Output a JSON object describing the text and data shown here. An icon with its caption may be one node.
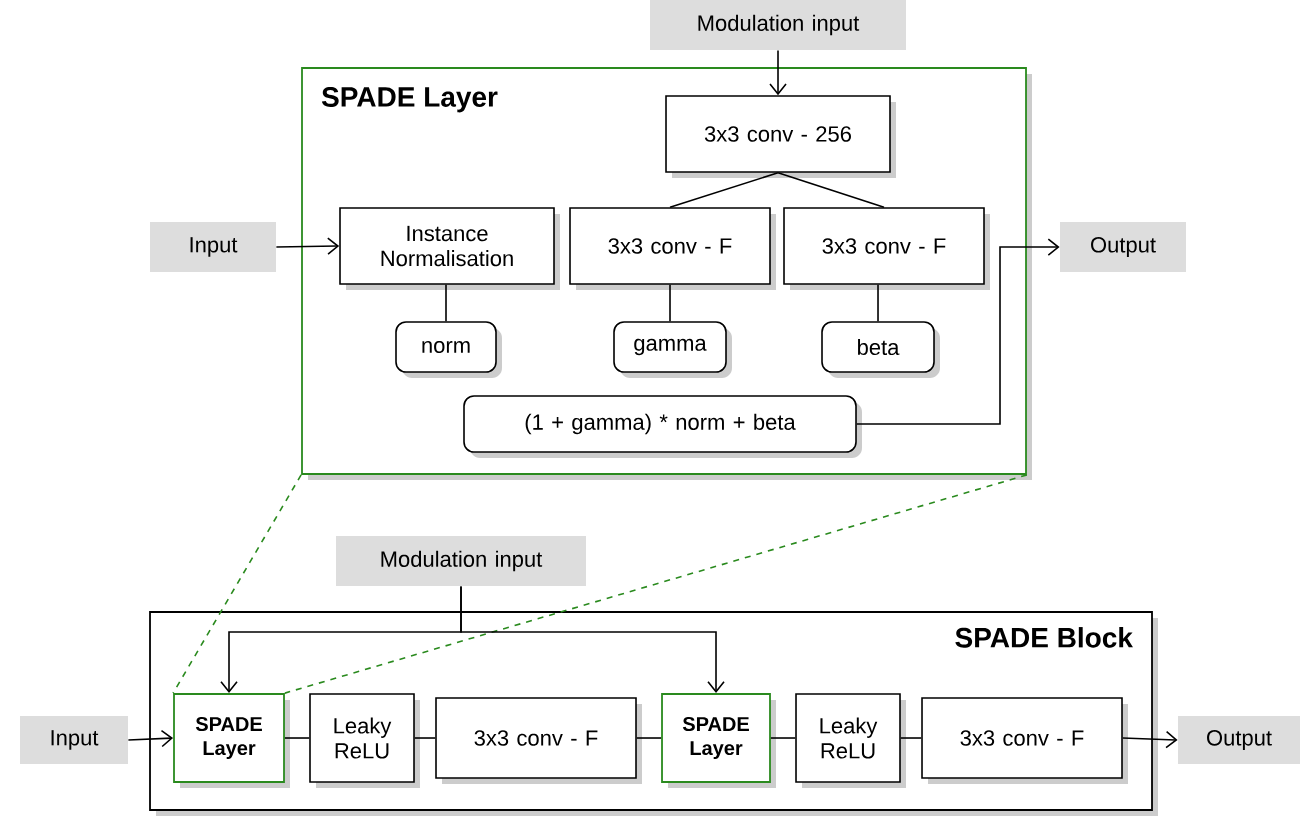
{
  "diagram": {
    "nodes": [
      {
        "text": [
          "Modulation input"
        ]
      },
      {
        "text": [
          "SPADE Layer"
        ]
      },
      {
        "text": [
          "3x3 conv - 256"
        ],
        "in": 1
      },
      {
        "text": [
          "Input"
        ]
      },
      {
        "text": [
          "Instance Normalisation"
        ],
        "in": 1
      },
      {
        "text": [
          "3x3 conv - F"
        ],
        "in": 1
      },
      {
        "text": [
          "3x3 conv - F"
        ],
        "in": 1
      },
      {
        "text": [
          "Output"
        ]
      },
      {
        "text": [
          "norm"
        ],
        "in": 1
      },
      {
        "text": [
          "gamma"
        ],
        "in": 1
      },
      {
        "text": [
          "beta"
        ],
        "in": 1
      },
      {
        "text": [
          "(1 + gamma) * norm + beta"
        ],
        "in": 1
      },
      {
        "text": [
          "Modulation input"
        ]
      },
      {
        "text": [
          "SPADE Block"
        ]
      },
      {
        "text": [
          "Input"
        ]
      },
      {
        "text": [
          "SPADE Layer"
        ],
        "in": 13
      },
      {
        "text": [
          "Leaky ReLU"
        ],
        "in": 13
      },
      {
        "text": [
          "3x3 conv - F"
        ],
        "in": 13
      },
      {
        "text": [
          "SPADE Layer"
        ],
        "in": 13
      },
      {
        "text": [
          "Leaky ReLU"
        ],
        "in": 13
      },
      {
        "text": [
          "3x3 conv - F"
        ],
        "in": 13
      },
      {
        "text": [
          "Output"
        ]
      }
    ],
    "edges": [
      {
        "from": 0,
        "to": 2,
        "arrow": "to"
      },
      {
        "from": 3,
        "to": 4,
        "arrow": "to"
      },
      {
        "from": 2,
        "to": 5,
        "arrow": "none"
      },
      {
        "from": 2,
        "to": 6,
        "arrow": "none"
      },
      {
        "from": 4,
        "to": 8,
        "arrow": "none"
      },
      {
        "from": 5,
        "to": 9,
        "arrow": "none"
      },
      {
        "from": 6,
        "to": 10,
        "arrow": "none"
      },
      {
        "from": 11,
        "to": 7,
        "arrow": "to"
      },
      {
        "from": 1,
        "to": 15,
        "arrow": "none",
        "style": "dashed",
        "color": "#2a8a1e"
      },
      {
        "from": 1,
        "to": 15,
        "arrow": "none",
        "style": "dashed",
        "color": "#2a8a1e"
      },
      {
        "from": 12,
        "to": 15,
        "arrow": "to"
      },
      {
        "from": 12,
        "to": 18,
        "arrow": "to"
      },
      {
        "from": 14,
        "to": 15,
        "arrow": "to"
      },
      {
        "from": 15,
        "to": 16,
        "arrow": "none"
      },
      {
        "from": 16,
        "to": 17,
        "arrow": "none"
      },
      {
        "from": 17,
        "to": 18,
        "arrow": "none"
      },
      {
        "from": 18,
        "to": 19,
        "arrow": "none"
      },
      {
        "from": 19,
        "to": 20,
        "arrow": "none"
      },
      {
        "from": 20,
        "to": 21,
        "arrow": "to"
      }
    ]
  }
}
